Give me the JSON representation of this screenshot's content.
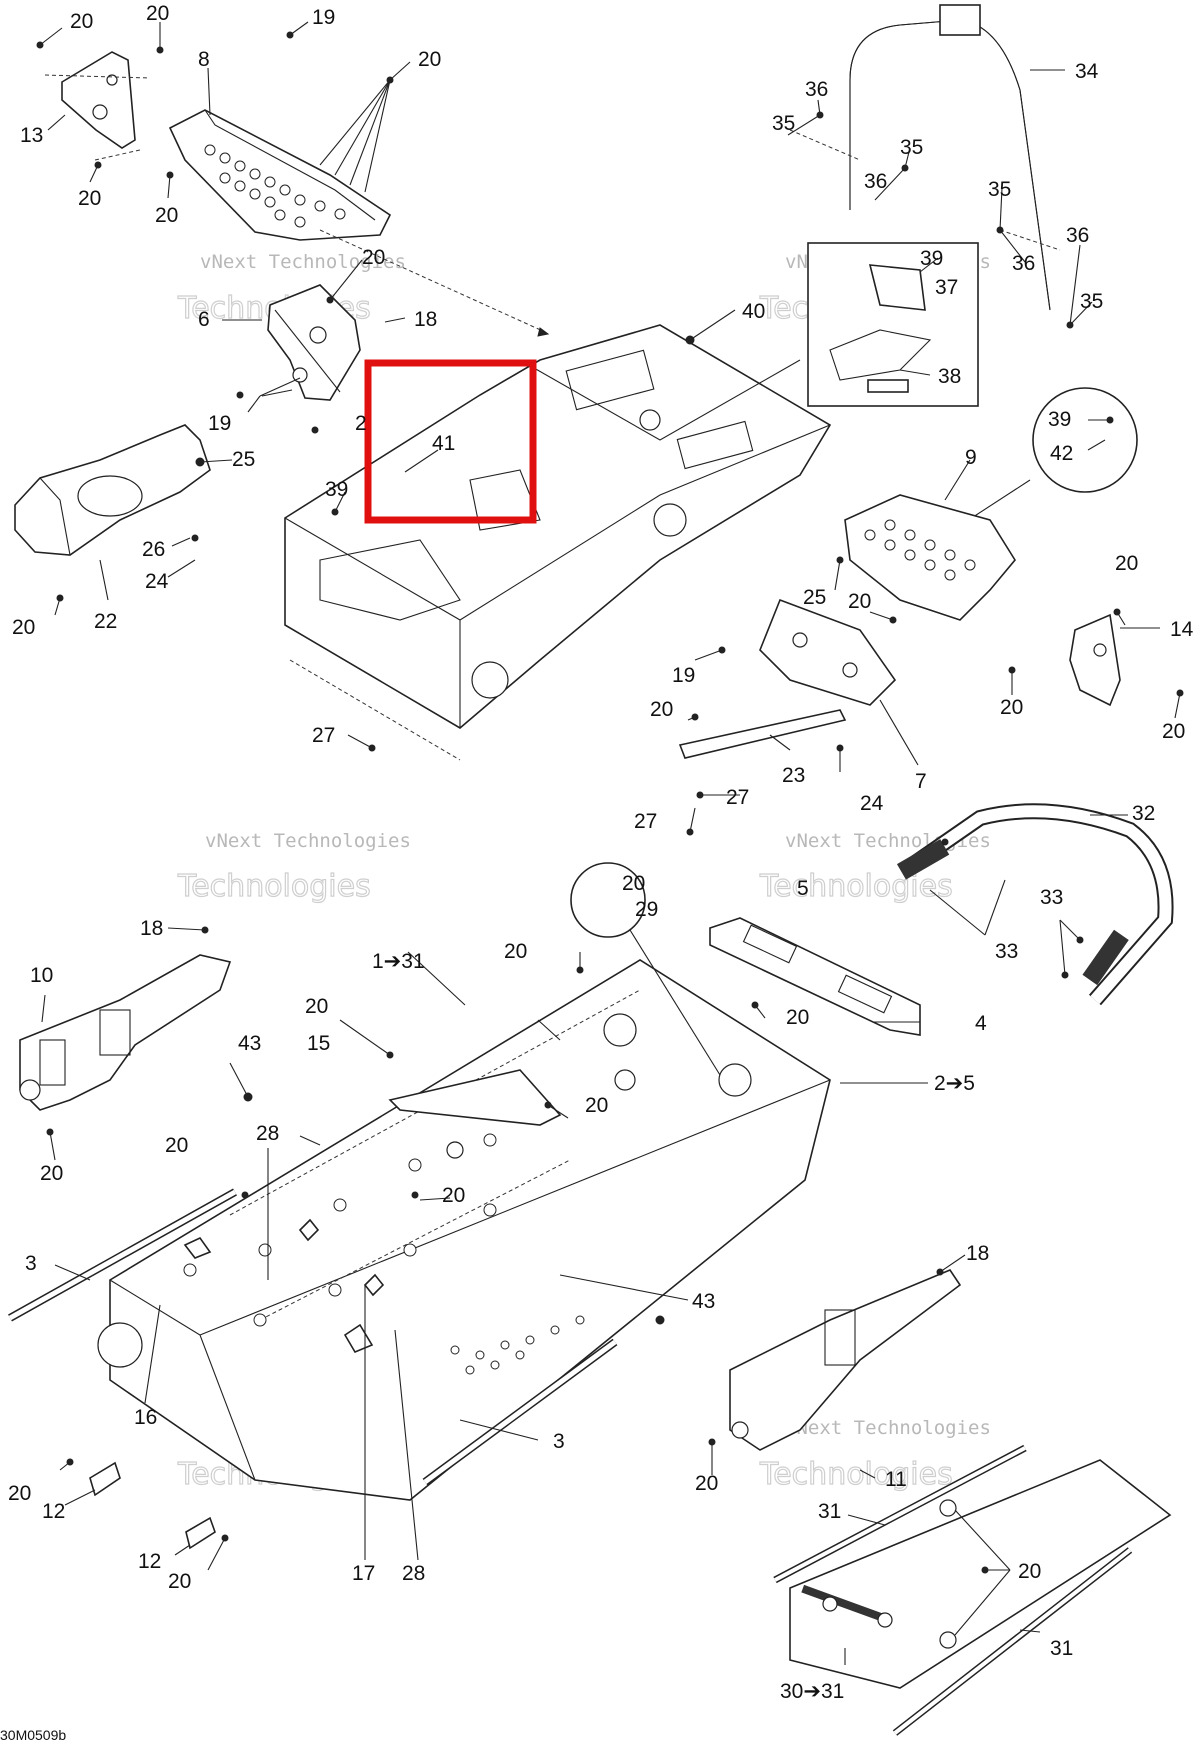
{
  "diagram": {
    "drawing_code": "30M0509b",
    "watermark_line1": "vNext Technologies",
    "watermark_line2": "Technologies",
    "highlight_color": "#e01010",
    "highlighted_callout": "41",
    "callouts": {
      "c1": "20",
      "c2": "20",
      "c3": "19",
      "c4": "20",
      "c5": "8",
      "c6": "13",
      "c7": "20",
      "c8": "20",
      "c9": "20",
      "c10": "6",
      "c11": "18",
      "c12": "19",
      "c13": "2",
      "c14": "25",
      "c15": "39",
      "c16": "41",
      "c17": "40",
      "c18": "26",
      "c19": "24",
      "c20": "20",
      "c21": "22",
      "c22": "27",
      "c23": "34",
      "c24": "36",
      "c25": "35",
      "c26": "35",
      "c27": "36",
      "c28": "35",
      "c29": "36",
      "c30": "36",
      "c31": "35",
      "c32": "39",
      "c33": "37",
      "c34": "38",
      "c35": "39",
      "c36": "42",
      "c37": "9",
      "c38": "25",
      "c39": "20",
      "c40": "20",
      "c41": "14",
      "c42": "19",
      "c43": "20",
      "c44": "20",
      "c45": "20",
      "c46": "7",
      "c47": "23",
      "c48": "24",
      "c49": "27",
      "c50": "27",
      "c51": "32",
      "c52": "5",
      "c53": "33",
      "c54": "33",
      "c55": "18",
      "c56": "10",
      "c57": "20",
      "c58": "1➔31",
      "c59": "20",
      "c60": "29",
      "c61": "20",
      "c62": "20",
      "c63": "15",
      "c64": "4",
      "c65": "20",
      "c66": "43",
      "c67": "2➔5",
      "c68": "20",
      "c69": "28",
      "c70": "20",
      "c71": "20",
      "c72": "3",
      "c73": "16",
      "c74": "43",
      "c75": "18",
      "c76": "3",
      "c77": "20",
      "c78": "12",
      "c79": "12",
      "c80": "20",
      "c81": "17",
      "c82": "28",
      "c83": "11",
      "c84": "20",
      "c85": "31",
      "c86": "20",
      "c87": "31",
      "c88": "30➔31"
    }
  }
}
